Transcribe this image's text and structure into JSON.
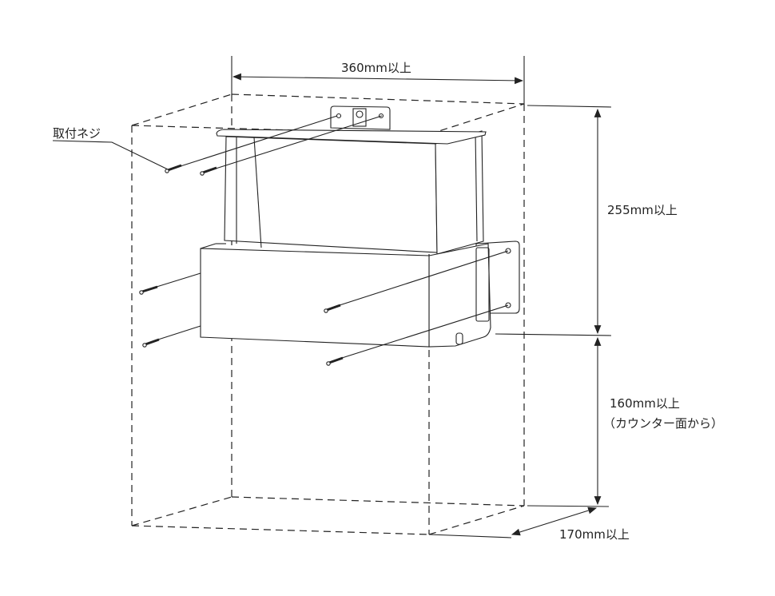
{
  "labels": {
    "width": "360mm以上",
    "screws": "取付ネジ",
    "upper_height": "255mm以上",
    "lower_height": "160mm以上",
    "lower_height_note": "（カウンター面から）",
    "depth": "170mm以上"
  }
}
